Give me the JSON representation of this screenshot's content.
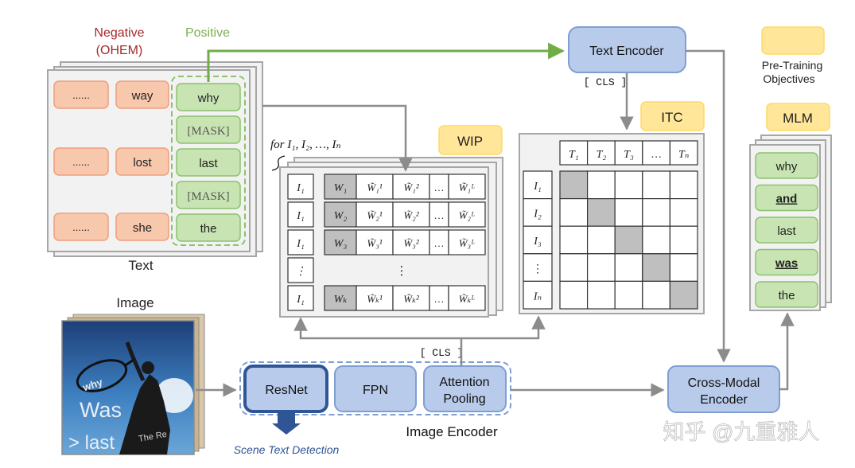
{
  "text_panel": {
    "negative_label_line1": "Negative",
    "negative_label_line2": "(OHEM)",
    "positive_label": "Positive",
    "caption": "Text",
    "negative_rows": [
      [
        "......",
        "way"
      ],
      [
        "......",
        "lost"
      ],
      [
        "......",
        "she"
      ]
    ],
    "positive_words": [
      "why",
      "[MASK]",
      "last",
      "[MASK]",
      "the"
    ]
  },
  "text_encoder": {
    "label": "Text Encoder",
    "cls_label": "[ CLS ]"
  },
  "legend": {
    "line1": "Pre-Training",
    "line2": "Objectives"
  },
  "wip": {
    "badge": "WIP",
    "for_label": "for I₁, I₂, …, Iₙ",
    "rows": [
      {
        "image": "I₁",
        "w": "W₁",
        "cells": [
          "W̃₁¹",
          "W̃₁²",
          "…",
          "W̃₁ᴸ"
        ]
      },
      {
        "image": "I₁",
        "w": "W₂",
        "cells": [
          "W̃₂¹",
          "W̃₂²",
          "…",
          "W̃₂ᴸ"
        ]
      },
      {
        "image": "I₁",
        "w": "W₃",
        "cells": [
          "W̃₃¹",
          "W̃₃²",
          "…",
          "W̃₃ᴸ"
        ]
      },
      {
        "image": "⋮",
        "w": "",
        "cells": [
          "⋮"
        ]
      },
      {
        "image": "I₁",
        "w": "Wₖ",
        "cells": [
          "W̃ₖ¹",
          "W̃ₖ²",
          "…",
          "W̃ₖᴸ"
        ]
      }
    ]
  },
  "itc": {
    "badge": "ITC",
    "col_headers": [
      "T₁",
      "T₂",
      "T₃",
      "…",
      "Tₙ"
    ],
    "row_headers": [
      "I₁",
      "I₂",
      "I₃",
      "⋮",
      "Iₙ"
    ]
  },
  "mlm": {
    "badge": "MLM",
    "words": [
      {
        "text": "why",
        "emphasis": false
      },
      {
        "text": "and",
        "emphasis": true
      },
      {
        "text": "last",
        "emphasis": false
      },
      {
        "text": "was",
        "emphasis": true
      },
      {
        "text": "the",
        "emphasis": false
      }
    ]
  },
  "image_panel": {
    "caption": "Image",
    "photo_words": [
      "why",
      "Was",
      "> last",
      "The Re"
    ]
  },
  "image_encoder": {
    "cls_label": "[ CLS ]",
    "resnet": "ResNet",
    "fpn": "FPN",
    "attn_line1": "Attention",
    "attn_line2": "Pooling",
    "caption": "Image Encoder",
    "scene_text": "Scene Text Detection"
  },
  "cross_modal": {
    "line1": "Cross-Modal",
    "line2": "Encoder"
  },
  "watermark": "知乎 @九重雅人",
  "colors": {
    "negative_fill": "#f8c8ad",
    "negative_stroke": "#ee9f7e",
    "negative_text": "#a52a2a",
    "positive_fill": "#c8e4b2",
    "positive_stroke": "#8cc170",
    "positive_text": "#7aaf54",
    "encoder_fill": "#b8cbea",
    "encoder_stroke": "#7f9fd2",
    "resnet_stroke": "#2f5597",
    "badge_fill": "#ffe699",
    "panel_fill": "#f2f2f2",
    "panel_stroke": "#a6a6a6",
    "gray_cell": "#bfbfbf",
    "arrow_gray": "#8c8c8c",
    "arrow_green": "#70ad47"
  }
}
